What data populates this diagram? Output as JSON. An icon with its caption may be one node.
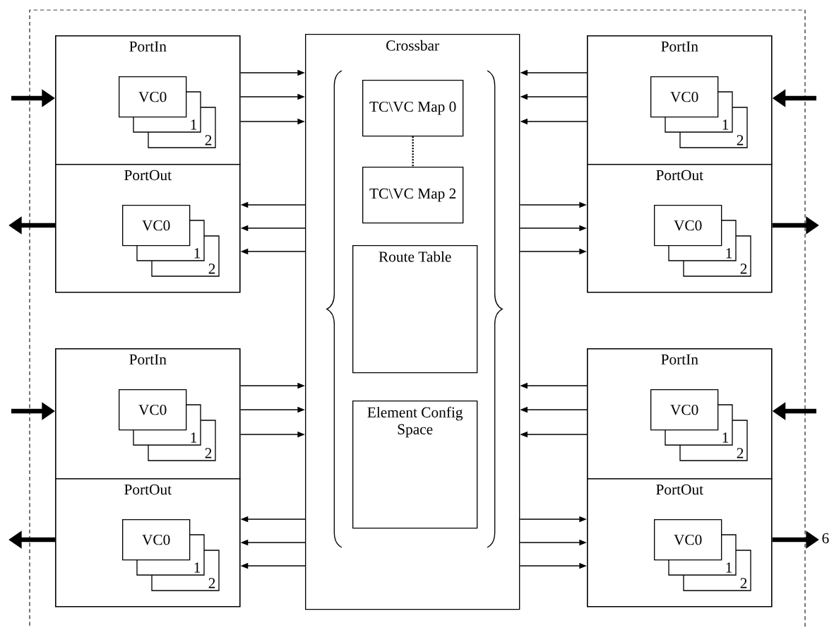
{
  "diagram": {
    "nodes": [
      {
        "text": [
          "PortIn"
        ]
      },
      {
        "text": [
          "VC0"
        ],
        "in": 0
      },
      {
        "text": [
          "1"
        ],
        "in": 0
      },
      {
        "text": [
          "2"
        ],
        "in": 0
      },
      {
        "text": [
          "PortOut"
        ]
      },
      {
        "text": [
          "VC0"
        ],
        "in": 4
      },
      {
        "text": [
          "1"
        ],
        "in": 4
      },
      {
        "text": [
          "2"
        ],
        "in": 4
      },
      {
        "text": [
          "PortIn"
        ]
      },
      {
        "text": [
          "VC0"
        ],
        "in": 8
      },
      {
        "text": [
          "1"
        ],
        "in": 8
      },
      {
        "text": [
          "2"
        ],
        "in": 8
      },
      {
        "text": [
          "PortOut"
        ]
      },
      {
        "text": [
          "VC0"
        ],
        "in": 12
      },
      {
        "text": [
          "1"
        ],
        "in": 12
      },
      {
        "text": [
          "2"
        ],
        "in": 12
      },
      {
        "text": [
          "Crossbar"
        ]
      },
      {
        "text": [
          "TC\\VC Map 0"
        ],
        "in": 16
      },
      {
        "text": [
          "TC\\VC Map 2"
        ],
        "in": 16
      },
      {
        "text": [
          "Route Table"
        ],
        "in": 16
      },
      {
        "text": [
          "Element Config Space"
        ],
        "in": 16
      },
      {
        "text": [
          "PortIn"
        ]
      },
      {
        "text": [
          "VC0"
        ],
        "in": 21
      },
      {
        "text": [
          "1"
        ],
        "in": 21
      },
      {
        "text": [
          "2"
        ],
        "in": 21
      },
      {
        "text": [
          "PortOut"
        ]
      },
      {
        "text": [
          "VC0"
        ],
        "in": 25
      },
      {
        "text": [
          "1"
        ],
        "in": 25
      },
      {
        "text": [
          "2"
        ],
        "in": 25
      },
      {
        "text": [
          "PortIn"
        ]
      },
      {
        "text": [
          "VC0"
        ],
        "in": 29
      },
      {
        "text": [
          "1"
        ],
        "in": 29
      },
      {
        "text": [
          "2"
        ],
        "in": 29
      },
      {
        "text": [
          "PortOut"
        ]
      },
      {
        "text": [
          "VC0"
        ],
        "in": 33
      },
      {
        "text": [
          "1"
        ],
        "in": 33
      },
      {
        "text": [
          "2"
        ],
        "in": 33
      }
    ],
    "edges": [
      {
        "from": 0,
        "to": 16,
        "arrow": "to"
      },
      {
        "from": 0,
        "to": 16,
        "arrow": "to"
      },
      {
        "from": 0,
        "to": 16,
        "arrow": "to"
      },
      {
        "from": null,
        "to": 0,
        "arrow": "to",
        "style": "thick"
      },
      {
        "from": 16,
        "to": 4,
        "arrow": "to"
      },
      {
        "from": 16,
        "to": 4,
        "arrow": "to"
      },
      {
        "from": 16,
        "to": 4,
        "arrow": "to"
      },
      {
        "from": 4,
        "to": null,
        "arrow": "to",
        "style": "thick"
      },
      {
        "from": 8,
        "to": 16,
        "arrow": "to"
      },
      {
        "from": 8,
        "to": 16,
        "arrow": "to"
      },
      {
        "from": 8,
        "to": 16,
        "arrow": "to"
      },
      {
        "from": null,
        "to": 8,
        "arrow": "to",
        "style": "thick"
      },
      {
        "from": 16,
        "to": 12,
        "arrow": "to"
      },
      {
        "from": 16,
        "to": 12,
        "arrow": "to"
      },
      {
        "from": 16,
        "to": 12,
        "arrow": "to"
      },
      {
        "from": 12,
        "to": null,
        "arrow": "to",
        "style": "thick"
      },
      {
        "from": 17,
        "to": 18,
        "arrow": "none",
        "style": "dashed"
      },
      {
        "from": 21,
        "to": 16,
        "arrow": "to"
      },
      {
        "from": 21,
        "to": 16,
        "arrow": "to"
      },
      {
        "from": 21,
        "to": 16,
        "arrow": "to"
      },
      {
        "from": null,
        "to": 21,
        "arrow": "to",
        "style": "thick"
      },
      {
        "from": 16,
        "to": 25,
        "arrow": "to"
      },
      {
        "from": 16,
        "to": 25,
        "arrow": "to"
      },
      {
        "from": 16,
        "to": 25,
        "arrow": "to"
      },
      {
        "from": 25,
        "to": null,
        "arrow": "to",
        "style": "thick"
      },
      {
        "from": 29,
        "to": 16,
        "arrow": "to"
      },
      {
        "from": 29,
        "to": 16,
        "arrow": "to"
      },
      {
        "from": 29,
        "to": 16,
        "arrow": "to"
      },
      {
        "from": null,
        "to": 29,
        "arrow": "to",
        "style": "thick"
      },
      {
        "from": 16,
        "to": 33,
        "arrow": "to"
      },
      {
        "from": 16,
        "to": 33,
        "arrow": "to"
      },
      {
        "from": 16,
        "to": 33,
        "arrow": "to"
      },
      {
        "from": 33,
        "to": null,
        "arrow": "to",
        "style": "thick"
      }
    ],
    "labels": [
      "6"
    ]
  }
}
